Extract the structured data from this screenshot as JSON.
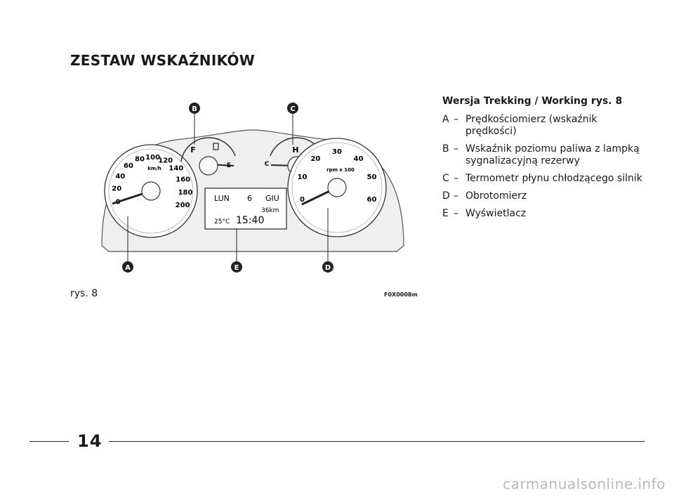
{
  "heading": "ZESTAW WSKAŹNIKÓW",
  "figure": {
    "caption": "rys. 8",
    "code": "F0X0008m",
    "callouts": [
      "A",
      "B",
      "C",
      "D",
      "E"
    ],
    "speedometer": {
      "ticks": [
        "0",
        "20",
        "40",
        "60",
        "80",
        "100",
        "120",
        "140",
        "160",
        "180",
        "200"
      ],
      "unit": "km/h"
    },
    "fuel": {
      "full": "F",
      "empty": "E"
    },
    "temp": {
      "cold": "C",
      "hot": "H"
    },
    "tachometer": {
      "ticks": [
        "0",
        "10",
        "20",
        "30",
        "40",
        "50",
        "60"
      ],
      "unit": "rpm x 100"
    },
    "display": {
      "day": "LUN",
      "date": "6",
      "month": "GIU",
      "trip": "36km",
      "temp": "25°C",
      "time": "15:40"
    }
  },
  "legend": {
    "title": "Wersja Trekking / Working rys. 8",
    "items": [
      {
        "key": "A",
        "text": "Prędkościomierz (wskaźnik prędkości)"
      },
      {
        "key": "B",
        "text": "Wskaźnik poziomu paliwa z lampką sygnalizacyjną rezerwy"
      },
      {
        "key": "C",
        "text": "Termometr płynu chłodzącego silnik"
      },
      {
        "key": "D",
        "text": "Obrotomierz"
      },
      {
        "key": "E",
        "text": "Wyświetlacz"
      }
    ]
  },
  "footer": {
    "page_number": "14"
  },
  "watermark": "carmanualsonline.info"
}
